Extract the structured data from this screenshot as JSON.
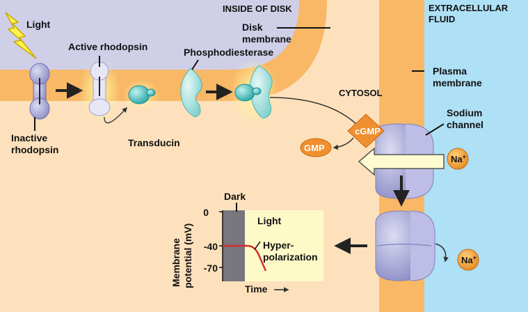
{
  "regions": {
    "inside_disk": "INSIDE OF DISK",
    "extracellular_1": "EXTRACELLULAR",
    "extracellular_2": "FLUID",
    "cytosol": "CYTOSOL"
  },
  "labels": {
    "light": "Light",
    "active_rhodopsin": "Active rhodopsin",
    "inactive_1": "Inactive",
    "inactive_2": "rhodopsin",
    "disk_membrane_1": "Disk",
    "disk_membrane_2": "membrane",
    "phosphodiesterase": "Phosphodiesterase",
    "transducin": "Transducin",
    "plasma_membrane_1": "Plasma",
    "plasma_membrane_2": "membrane",
    "sodium_channel_1": "Sodium",
    "sodium_channel_2": "channel",
    "cgmp": "cGMP",
    "gmp": "GMP",
    "na_1": "Na",
    "na_sup_1": "+",
    "na_2": "Na",
    "na_sup_2": "+"
  },
  "graph": {
    "dark_label": "Dark",
    "light_label": "Light",
    "ylabel_1": "Membrane",
    "ylabel_2": "potential (mV)",
    "ticks": [
      "0",
      "-40",
      "-70"
    ],
    "hyper_1": "Hyper-",
    "hyper_2": "polarization",
    "xlabel": "Time"
  },
  "colors": {
    "disk_interior": "#cfcfe8",
    "membrane": "#f8b866",
    "cytosol": "#fde1bc",
    "extracellular": "#aee0f6",
    "protein_purple": "#b3b3de",
    "transducin_teal": "#3dbdbd",
    "pde_teal": "#a8e3e0",
    "cgmp_orange": "#ef8f2f",
    "graph_dark": "#77777d",
    "graph_light": "#fefac8",
    "trace_red": "#d62a2a"
  }
}
